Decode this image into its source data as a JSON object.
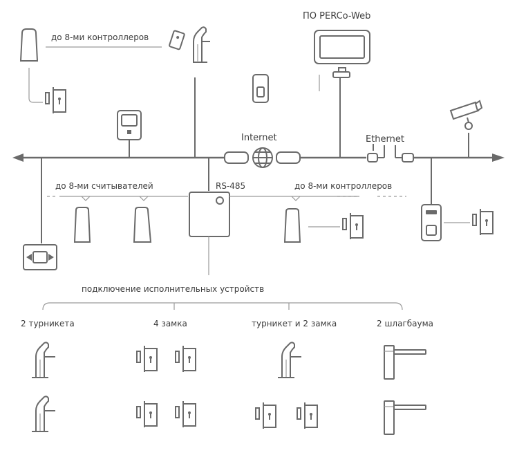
{
  "labels": {
    "top_controllers": "до 8-ми контроллеров",
    "software": "ПО PERCo-Web",
    "internet": "Internet",
    "ethernet": "Ethernet",
    "readers": "до 8-ми считывателей",
    "rs485": "RS-485",
    "mid_controllers": "до 8-ми контроллеров",
    "devices": "подключение исполнительных устройств",
    "opt1": "2 турникета",
    "opt2": "4 замка",
    "opt3": "турникет и 2 замка",
    "opt4": "2 шлагбаума"
  }
}
